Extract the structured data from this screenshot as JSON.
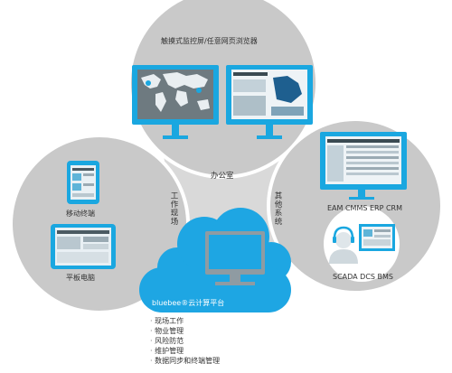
{
  "office": {
    "top_caption": "触摸式监控屏/任意网页浏览器",
    "center_label": "办公室"
  },
  "field": {
    "mobile_label": "移动终端",
    "tablet_label": "平板电脑",
    "center_label": "工作现场"
  },
  "other": {
    "enterprise_label": "EAM CMMS ERP CRM",
    "scada_label": "SCADA DCS BMS",
    "center_label": "其他系统"
  },
  "platform": {
    "name": "bluebee®云计算平台",
    "features": [
      "现场工作",
      "物业管理",
      "风险防范",
      "维护管理",
      "数据同步和终端管理"
    ]
  },
  "colors": {
    "gray_disc": "#c9c9c9",
    "hub_gray": "#d9d9d9",
    "accent_blue": "#1aa7e0",
    "cloud_blue": "#1ea6e3",
    "white": "#ffffff"
  },
  "icons": [
    "monitor-icon",
    "world-map-icon",
    "phone-icon",
    "tablet-icon",
    "headset-icon",
    "cloud-icon"
  ]
}
